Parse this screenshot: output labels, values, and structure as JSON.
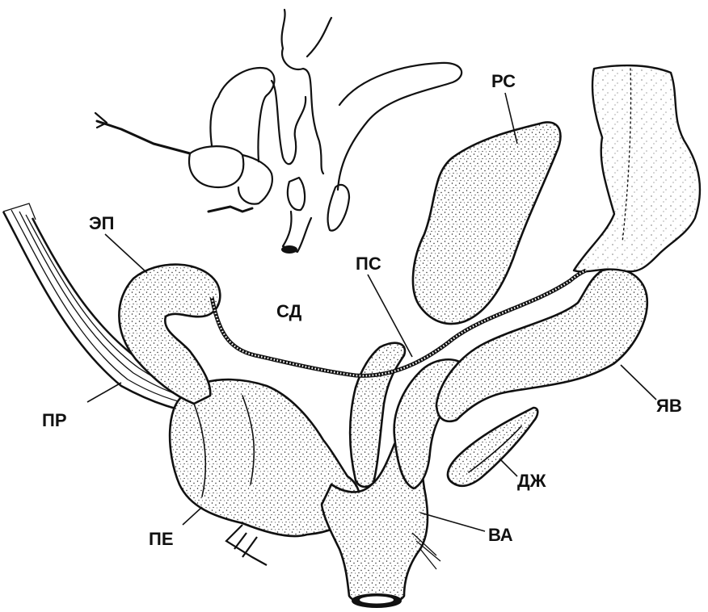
{
  "labels": {
    "rs": "РС",
    "ep": "ЭП",
    "ps": "ПС",
    "sd": "СД",
    "pr": "ПР",
    "yav": "ЯВ",
    "dzh": "ДЖ",
    "pe": "ПЕ",
    "va": "ВА"
  }
}
